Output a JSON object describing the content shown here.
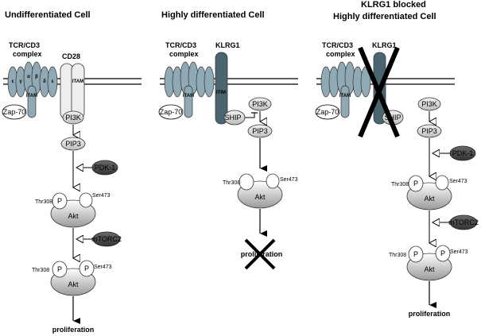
{
  "panels": [
    {
      "title": "Undifferentiated Cell",
      "complex_label_1": "TCR/CD3",
      "complex_label_2": "complex",
      "receptor_label": "CD28",
      "receptor_motif": "ITAM",
      "zap_label": "Zap-70",
      "pi3k_label": "PI3K",
      "pip3_label": "PIP3",
      "kinase1_label": "PDK-1",
      "akt_label": "Akt",
      "p_label": "P",
      "thr_label": "Thr308",
      "ser_label": "Ser473",
      "kinase2_label": "mTORC2",
      "akt2_label": "Akt",
      "thr2_label": "Thr308",
      "ser2_label": "Ser473",
      "outcome_label": "proliferation"
    },
    {
      "title": "Highly differentiated Cell",
      "complex_label_1": "TCR/CD3",
      "complex_label_2": "complex",
      "receptor_label": "KLRG1",
      "receptor_motif": "ITIM",
      "zap_label": "Zap-70",
      "ship_label": "SHIP",
      "pi3k_label": "PI3K",
      "pip3_label": "PIP3",
      "akt_label": "Akt",
      "thr_label": "Thr308",
      "ser_label": "Ser473",
      "outcome_label": "proliferation"
    },
    {
      "title_top": "KLRG1 blocked",
      "title": "Highly differentiated Cell",
      "complex_label_1": "TCR/CD3",
      "complex_label_2": "complex",
      "receptor_label": "KLRG1",
      "zap_label": "Zap-70",
      "ship_label": "SHIP",
      "pi3k_label": "PI3K",
      "pip3_label": "PIP3",
      "kinase1_label": "PDK-1",
      "akt_label": "Akt",
      "p_label": "P",
      "thr_label": "Thr308",
      "ser_label": "Ser473",
      "kinase2_label": "mTORC2",
      "akt2_label": "Akt",
      "thr2_label": "Thr308",
      "ser2_label": "Ser473",
      "outcome_label": "proliferation"
    }
  ],
  "tcr_chain_labels": [
    "ε",
    "γ",
    "α",
    "β",
    "δ",
    "ε"
  ],
  "tcr_tail_motif": "ITAM",
  "colors": {
    "chain": "#8fa9b5",
    "klrg1": "#4a6470",
    "kinase": "#4d4d4d",
    "pale": "#d9d9d9",
    "cross": "#000000"
  }
}
